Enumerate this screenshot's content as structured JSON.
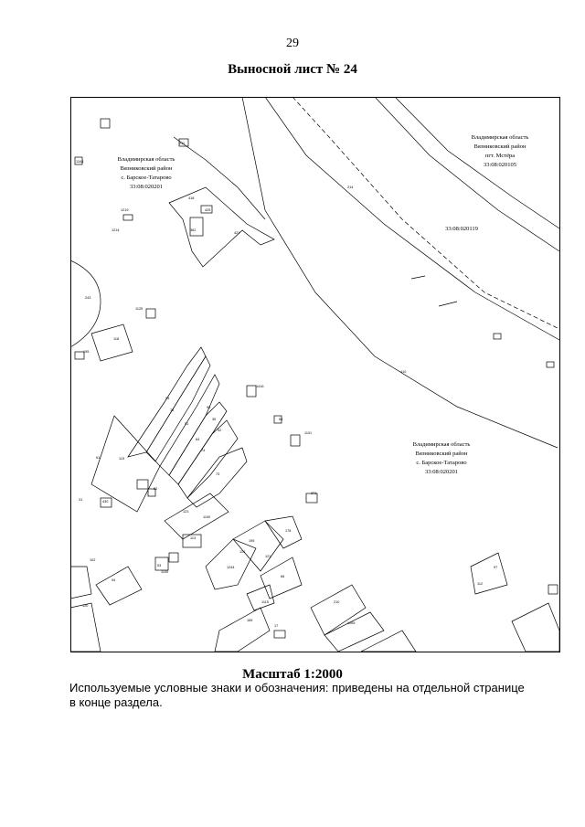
{
  "page_number": "29",
  "sheet_title": "Выносной лист № 24",
  "scale_text": "Масштаб 1:2000",
  "legend_text": "Используемые условные знаки и обозначения: приведены на отдельной странице в конце раздела.",
  "map": {
    "region_labels": [
      {
        "lines": [
          "Владимирская область",
          "Вязниковский район",
          "с. Барское-Татарово",
          "33:08:020201"
        ]
      },
      {
        "lines": [
          "Владимирская область",
          "Вязниковский район",
          "пгт. Мстёра",
          "33:08:020105"
        ]
      },
      {
        "lines": [
          "33:08:020119"
        ]
      },
      {
        "lines": [
          "Владимирская область",
          "Вязниковский район",
          "с. Барское-Татарово",
          "33:08:020201"
        ]
      }
    ],
    "parcel_labels": [
      "1344",
      "211",
      "1219",
      "1214",
      "418",
      "425",
      "362",
      "421",
      "214",
      "243",
      "1125",
      "118",
      "195",
      "1416",
      "94",
      "76",
      "51",
      "93",
      "35",
      "52",
      "64",
      "74",
      "73",
      "410",
      "1101",
      "58",
      "115",
      "61",
      "52",
      "31",
      "430",
      "371",
      "123",
      "1100",
      "113",
      "195",
      "178",
      "114",
      "121",
      "1244",
      "66",
      "102",
      "53",
      "1100",
      "94",
      "120",
      "1115",
      "210",
      "1265",
      "17",
      "165",
      "97",
      "112"
    ],
    "colors": {
      "ink": "#000000",
      "background": "#ffffff"
    }
  }
}
